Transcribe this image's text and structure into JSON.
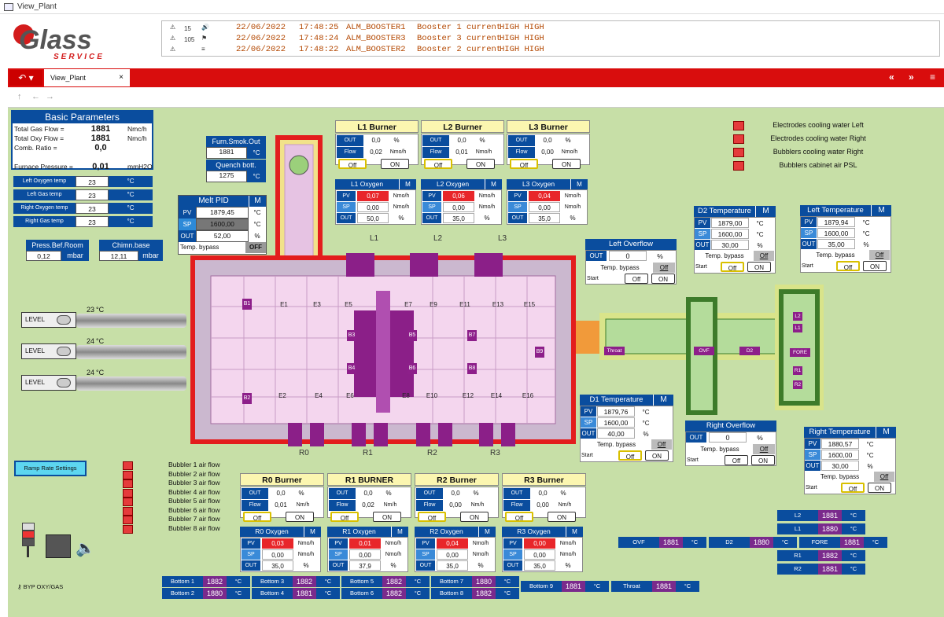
{
  "window": {
    "title": "View_Plant"
  },
  "logo": {
    "line1": "Glass",
    "line2": "SERVICE"
  },
  "alarm_counts": {
    "a": "15",
    "b": "105"
  },
  "alarms": [
    {
      "date": "22/06/2022",
      "time": "17:48:25",
      "tag": "ALM_BOOSTER1",
      "desc": "Booster 1 current",
      "level": "HIGH HIGH"
    },
    {
      "date": "22/06/2022",
      "time": "17:48:24",
      "tag": "ALM_BOOSTER3",
      "desc": "Booster 3 current",
      "level": "HIGH HIGH"
    },
    {
      "date": "22/06/2022",
      "time": "17:48:22",
      "tag": "ALM_BOOSTER2",
      "desc": "Booster 2 current",
      "level": "HIGH HIGH"
    }
  ],
  "tab": {
    "label": "View_Plant",
    "close": "×"
  },
  "nav": {
    "back": "«",
    "fwd": "»",
    "menu": "≡",
    "up": "↑",
    "left": "←",
    "right": "→"
  },
  "basic": {
    "title": "Basic Parameters",
    "rows": [
      {
        "l": "Total Gas Flow =",
        "v": "1881",
        "u": "Nmc/h"
      },
      {
        "l": "Total Oxy Flow =",
        "v": "1881",
        "u": "Nmc/h"
      },
      {
        "l": "Comb. Ratio =",
        "v": "0,0",
        "u": ""
      },
      {
        "l": "Furnace Pressure =",
        "v": "0,01",
        "u": "mmH2O"
      }
    ]
  },
  "temps": [
    {
      "l": "Left Oxygen temp",
      "v": "23",
      "u": "°C"
    },
    {
      "l": "Left Gas temp",
      "v": "23",
      "u": "°C"
    },
    {
      "l": "Right Oxygen temp",
      "v": "23",
      "u": "°C"
    },
    {
      "l": "Right Gas temp",
      "v": "23",
      "u": "°C"
    }
  ],
  "press": {
    "l": "Press.Bef.Room",
    "v": "0,12",
    "u": "mbar"
  },
  "chimn": {
    "l": "Chimn.base",
    "v": "12,11",
    "u": "mbar"
  },
  "furn_smok": {
    "l": "Furn.Smok.Out",
    "v": "1881",
    "u": "°C"
  },
  "quench": {
    "l": "Quench bott.",
    "v": "1275",
    "u": "°C"
  },
  "melt": {
    "title": "Melt PID",
    "m": "M",
    "pv": "1879,45",
    "sp": "1600,00",
    "out": "52,00",
    "u1": "°C",
    "u2": "°C",
    "u3": "%",
    "bypass": "Temp. bypass",
    "off": "OFF",
    "pvl": "PV",
    "spl": "SP",
    "outl": "OUT"
  },
  "burners_top": [
    {
      "name": "L1 Burner",
      "out": "0,0",
      "outu": "%",
      "flow": "0,02",
      "flowu": "Nmo/h"
    },
    {
      "name": "L2 Burner",
      "out": "0,0",
      "outu": "%",
      "flow": "0,01",
      "flowu": "Nmo/h"
    },
    {
      "name": "L3 Burner",
      "out": "0,0",
      "outu": "%",
      "flow": "0,00",
      "flowu": "Nmo/h"
    }
  ],
  "burners_bot": [
    {
      "name": "R0 Burner",
      "out": "0,0",
      "outu": "%",
      "flow": "0,01",
      "flowu": "Nm/h"
    },
    {
      "name": "R1 BURNER",
      "out": "0,0",
      "outu": "%",
      "flow": "0,02",
      "flowu": "Nm/h"
    },
    {
      "name": "R2 Burner",
      "out": "0,0",
      "outu": "%",
      "flow": "0,00",
      "flowu": "Nm/h"
    },
    {
      "name": "R3 Burner",
      "out": "0,0",
      "outu": "%",
      "flow": "0,00",
      "flowu": "Nm/h"
    }
  ],
  "oxy_top": [
    {
      "name": "L1 Oxygen",
      "pv": "0,07",
      "sp": "0,00",
      "out": "50,0"
    },
    {
      "name": "L2 Oxygen",
      "pv": "0,06",
      "sp": "0,00",
      "out": "35,0"
    },
    {
      "name": "L3 Oxygen",
      "pv": "0,04",
      "sp": "0,00",
      "out": "35,0"
    }
  ],
  "oxy_bot": [
    {
      "name": "R0 Oxygen",
      "pv": "0,03",
      "sp": "0,00",
      "out": "35,0"
    },
    {
      "name": "R1 Oxygen",
      "pv": "0,01",
      "sp": "0,00",
      "out": "37,9"
    },
    {
      "name": "R2 Oxygen",
      "pv": "0,04",
      "sp": "0,00",
      "out": "35,0"
    },
    {
      "name": "R3 Oxygen",
      "pv": "0,00",
      "sp": "0,00",
      "out": "35,0"
    }
  ],
  "common": {
    "out": "OUT",
    "flow": "Flow",
    "off": "Off",
    "on": "ON",
    "pv": "PV",
    "sp": "SP",
    "m": "M",
    "pct": "%",
    "nmo": "Nmo/h",
    "start": "Start",
    "bypass": "Temp. bypass",
    "offs": "Off",
    "level": "LEVEL",
    "degc": "°C"
  },
  "cooling": [
    "Electrodes cooling water Left",
    "Electrodes cooling water Right",
    "Bubblers cooling water Right",
    "Bubblers cabinet air PSL"
  ],
  "d2": {
    "title": "D2 Temperature",
    "pv": "1879,00",
    "sp": "1600,00",
    "out": "30,00"
  },
  "lefttemp": {
    "title": "Left Temperature",
    "pv": "1879,94",
    "sp": "1600,00",
    "out": "35,00"
  },
  "leftover": {
    "title": "Left Overflow",
    "out": "0"
  },
  "d1": {
    "title": "D1 Temperature",
    "pv": "1879,76",
    "sp": "1600,00",
    "out": "40,00"
  },
  "rightover": {
    "title": "Right Overflow",
    "out": "0"
  },
  "righttemp": {
    "title": "Right Temperature",
    "pv": "1880,57",
    "sp": "1600,00",
    "out": "30,00"
  },
  "feeders": [
    {
      "t": "23",
      "u": "°C"
    },
    {
      "t": "24",
      "u": "°C"
    },
    {
      "t": "24",
      "u": "°C"
    }
  ],
  "electrodes_top": [
    "E1",
    "E3",
    "E5",
    "E7",
    "E9",
    "E11",
    "E13",
    "E15"
  ],
  "electrodes_bot": [
    "E2",
    "E4",
    "E6",
    "E8",
    "E10",
    "E12",
    "E14",
    "E16"
  ],
  "bubbler_labels": [
    "B1",
    "B2",
    "B3",
    "B4",
    "B5",
    "B6",
    "B7",
    "B8",
    "B9"
  ],
  "burner_tags_top": [
    "L1",
    "L2",
    "L3"
  ],
  "burner_tags_bot": [
    "R0",
    "R1",
    "R2",
    "R3"
  ],
  "forehearth": [
    "Throat",
    "OVF",
    "D2",
    "FORE",
    "L2",
    "L1",
    "R1",
    "R2"
  ],
  "ramp": "Ramp Rate Settings",
  "bubblers": [
    "Bubbler 1 air flow",
    "Bubbler 2 air flow",
    "Bubbler 3 air flow",
    "Bubbler 4 air flow",
    "Bubbler 5 air flow",
    "Bubbler 6 air flow",
    "Bubbler 7 air flow",
    "Bubbler 8 air flow"
  ],
  "byp": "BYP OXY/GAS",
  "bottoms": [
    {
      "l": "Bottom 1",
      "v": "1882"
    },
    {
      "l": "Bottom 2",
      "v": "1880"
    },
    {
      "l": "Bottom 3",
      "v": "1882"
    },
    {
      "l": "Bottom 4",
      "v": "1881"
    },
    {
      "l": "Bottom 5",
      "v": "1882"
    },
    {
      "l": "Bottom 6",
      "v": "1882"
    },
    {
      "l": "Bottom 7",
      "v": "1880"
    },
    {
      "l": "Bottom 8",
      "v": "1882"
    }
  ],
  "bottom9": {
    "l": "Bottom 9",
    "v": "1881"
  },
  "throat": {
    "l": "Throat",
    "v": "1881"
  },
  "right_stats": [
    {
      "l": "L2",
      "v": "1881"
    },
    {
      "l": "L1",
      "v": "1880"
    },
    {
      "l": "OVF",
      "v": "1881"
    },
    {
      "l": "D2",
      "v": "1880"
    },
    {
      "l": "FORE",
      "v": "1881"
    },
    {
      "l": "R1",
      "v": "1882"
    },
    {
      "l": "R2",
      "v": "1881"
    }
  ]
}
